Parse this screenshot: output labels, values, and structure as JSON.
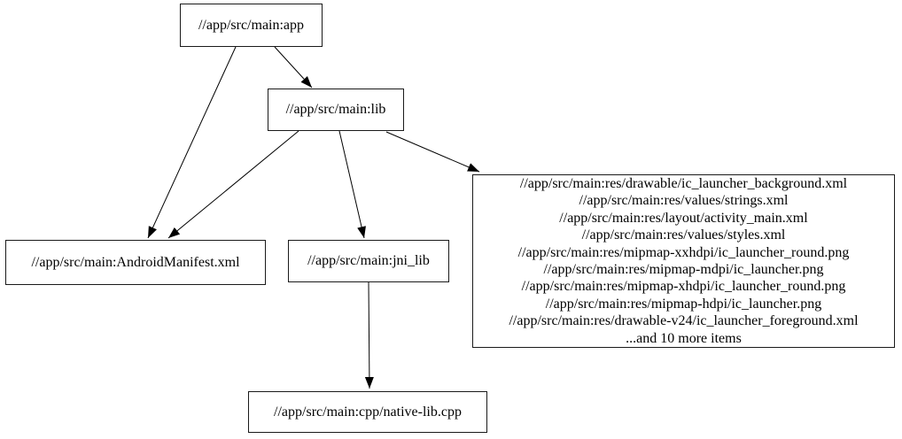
{
  "diagram": {
    "type": "dependency-graph",
    "background": "#ffffff",
    "node_fill": "#ffffff",
    "node_border_color": "#1a1a1a",
    "edge_color": "#000000",
    "text_color": "#000000",
    "nodes": {
      "app": {
        "label": "//app/src/main:app"
      },
      "lib": {
        "label": "//app/src/main:lib"
      },
      "android_manifest": {
        "label": "//app/src/main:AndroidManifest.xml"
      },
      "jni_lib": {
        "label": "//app/src/main:jni_lib"
      },
      "resources_group": {
        "lines": [
          "//app/src/main:res/drawable/ic_launcher_background.xml",
          "//app/src/main:res/values/strings.xml",
          "//app/src/main:res/layout/activity_main.xml",
          "//app/src/main:res/values/styles.xml",
          "//app/src/main:res/mipmap-xxhdpi/ic_launcher_round.png",
          "//app/src/main:res/mipmap-mdpi/ic_launcher.png",
          "//app/src/main:res/mipmap-xhdpi/ic_launcher_round.png",
          "//app/src/main:res/mipmap-hdpi/ic_launcher.png",
          "//app/src/main:res/drawable-v24/ic_launcher_foreground.xml",
          "...and 10 more items"
        ]
      },
      "native_lib": {
        "label": "//app/src/main:cpp/native-lib.cpp"
      }
    },
    "edges": [
      {
        "from": "app",
        "to": "lib"
      },
      {
        "from": "app",
        "to": "android_manifest"
      },
      {
        "from": "lib",
        "to": "android_manifest"
      },
      {
        "from": "lib",
        "to": "jni_lib"
      },
      {
        "from": "lib",
        "to": "resources_group"
      },
      {
        "from": "jni_lib",
        "to": "native_lib"
      }
    ]
  }
}
